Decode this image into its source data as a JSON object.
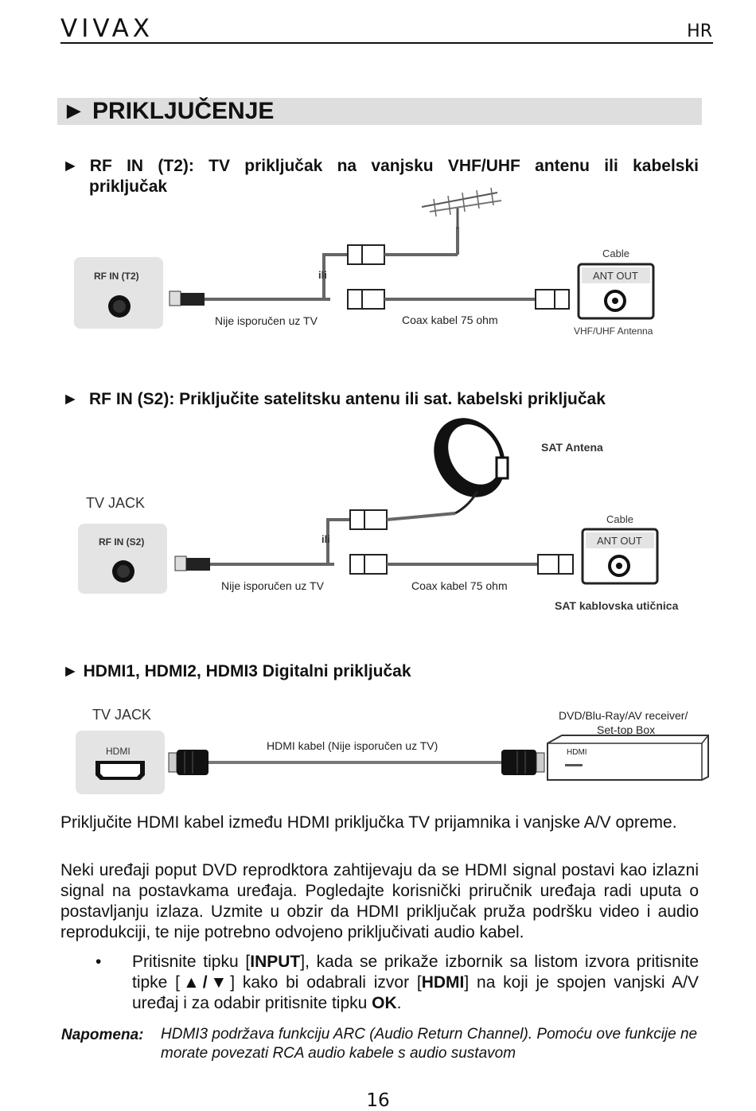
{
  "header": {
    "brand": "VIVAX",
    "lang": "HR"
  },
  "section_title": "► PRIKLJUČENJE",
  "rf_t2": {
    "arrow": "►",
    "title_line1": "RF IN (T2): TV priključak na vanjsku VHF/UHF antenu ili kabelski",
    "title_line2": "priključak",
    "port_label": "RF IN (T2)",
    "or_label": "ili",
    "not_supplied": "Nije isporučen uz TV",
    "coax": "Coax kabel 75 ohm",
    "cable": "Cable",
    "ant_out": "ANT OUT",
    "antenna": "VHF/UHF Antenna"
  },
  "rf_s2": {
    "arrow": "►",
    "title": "RF IN (S2): Priključite satelitsku antenu ili sat. kabelski priključak",
    "sat_antenna": "SAT Antena",
    "tv_jack": "TV JACK",
    "port_label": "RF IN (S2)",
    "or_label": "ili",
    "not_supplied": "Nije isporučen uz TV",
    "coax": "Coax kabel 75 ohm",
    "cable": "Cable",
    "ant_out": "ANT OUT",
    "sat_outlet": "SAT kablovska utičnica"
  },
  "hdmi": {
    "title": "► HDMI1, HDMI2, HDMI3 Digitalni priključak",
    "tv_jack": "TV JACK",
    "port_label": "HDMI",
    "cable": "HDMI kabel (Nije isporučen uz TV)",
    "device_line1": "DVD/Blu-Ray/AV receiver/",
    "device_line2": "Set-top Box",
    "device_port": "HDMI"
  },
  "paragraphs": [
    "Priključite HDMI kabel između HDMI priključka TV prijamnika i vanjske A/V opreme.",
    "Neki uređaji poput DVD reprodktora zahtijevaju da se HDMI signal postavi kao izlazni signal na postavkama uređaja. Pogledajte korisnički priručnik uređaja radi uputa o postavljanju izlaza. Uzmite u obzir da HDMI priključak pruža podršku video i audio reprodukciji, te nije potrebno odvojeno priključivati audio kabel."
  ],
  "bullet": {
    "symbol": "•",
    "t1": "Pritisnite tipku [",
    "b1": "INPUT",
    "t2": "], kada se prikaže izbornik sa listom izvora pritisnite tipke [",
    "b2": "▲/▼",
    "t3": "] kako bi odabrali izvor [",
    "b3": "HDMI",
    "t4": "] na koji je spojen vanjski A/V uređaj i za odabir pritisnite tipku ",
    "b4": "OK",
    "t5": "."
  },
  "note": {
    "label": "Napomena:",
    "text": "HDMI3 podržava funkciju ARC (Audio Return Channel). Pomoću ove funkcije ne morate povezati RCA audio kabele s audio sustavom"
  },
  "page_number": "16"
}
